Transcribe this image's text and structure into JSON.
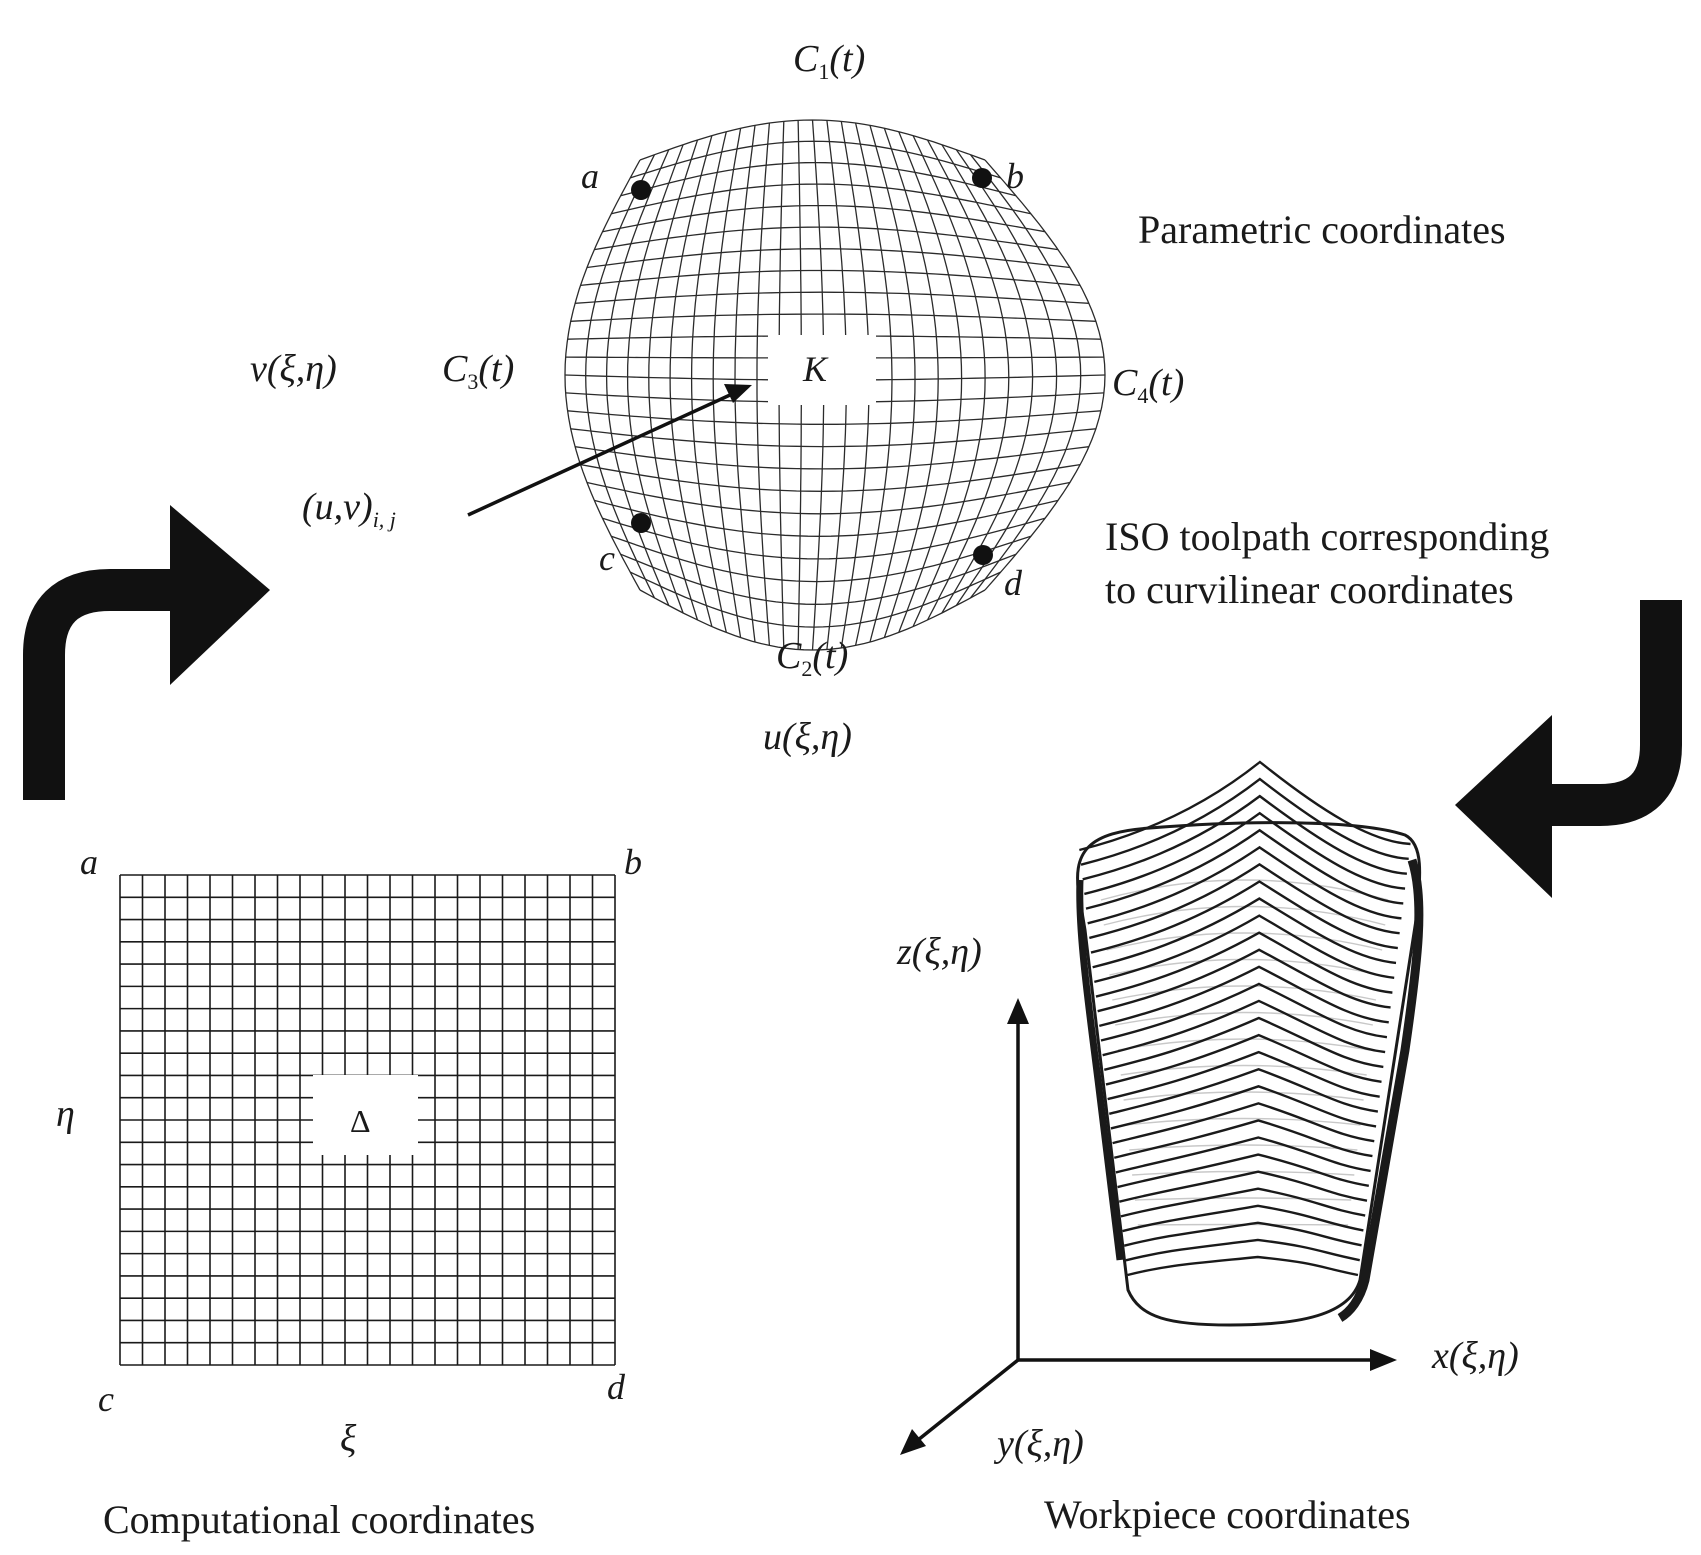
{
  "colors": {
    "ink": "#1a1a1a",
    "mesh": "#2b2b2b",
    "ghost": "#c8c8c8",
    "background": "#ffffff"
  },
  "parametric": {
    "label": "Parametric coordinates",
    "curve_top": {
      "name": "C",
      "sub": "1",
      "arg": "(t)"
    },
    "curve_bottom": {
      "name": "C",
      "sub": "2",
      "arg": "(t)"
    },
    "curve_left": {
      "name": "C",
      "sub": "3",
      "arg": "(t)"
    },
    "curve_right": {
      "name": "C",
      "sub": "4",
      "arg": "(t)"
    },
    "hole_label": "K",
    "corner_a": "a",
    "corner_b": "b",
    "corner_c": "c",
    "corner_d": "d",
    "v_label": "v(ξ,η)",
    "u_label": "u(ξ,η)",
    "node_label": "(u,v)",
    "node_sub": "i, j"
  },
  "computational": {
    "label": "Computational coordinates",
    "corner_a": "a",
    "corner_b": "b",
    "corner_c": "c",
    "corner_d": "d",
    "eta_label": "η",
    "xi_label": "ξ",
    "hole_label": "Δ"
  },
  "workpiece": {
    "label": "Workpiece coordinates",
    "toolpath_caption": [
      "ISO toolpath corresponding",
      "to curvilinear coordinates"
    ],
    "axis_x": "x(ξ,η)",
    "axis_y": "y(ξ,η)",
    "axis_z": "z(ξ,η)"
  }
}
